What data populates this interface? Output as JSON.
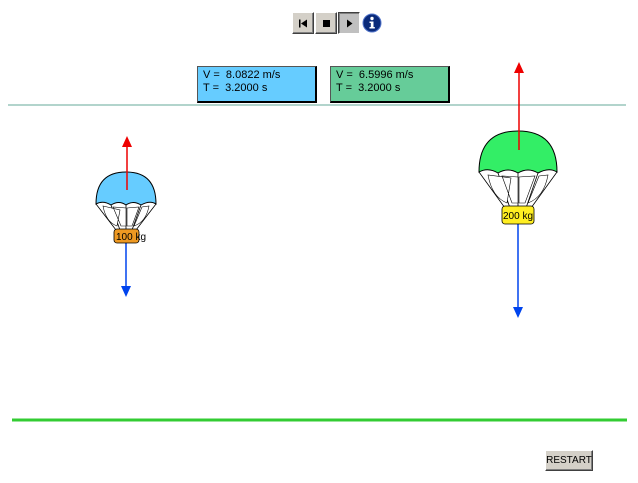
{
  "controls": {
    "items": [
      {
        "name": "rewind-button",
        "icon": "skip-back-icon"
      },
      {
        "name": "stop-button",
        "icon": "stop-icon"
      },
      {
        "name": "play-button",
        "icon": "play-icon",
        "pressed": true
      },
      {
        "name": "info-button",
        "icon": "info-icon"
      }
    ]
  },
  "readouts": {
    "blue": {
      "velocity": "V =  8.0822 m/s",
      "time": "T =  3.2000 s",
      "color": "#66ccff"
    },
    "green": {
      "velocity": "V =  6.5996 m/s",
      "time": "T =  3.2000 s",
      "color": "#66cc99"
    }
  },
  "parachutes": {
    "left": {
      "mass_label": "100 kg",
      "canopy_color": "#66ccff",
      "load_color": "#ee9922"
    },
    "right": {
      "mass_label": "200 kg",
      "canopy_color": "#33ee66",
      "load_color": "#ffee22"
    }
  },
  "colors": {
    "drag_arrow": "#ee0000",
    "weight_arrow": "#0044ee",
    "ground": "#33cc33",
    "reference_line": "#66aa99"
  },
  "restart_label": "RESTART"
}
